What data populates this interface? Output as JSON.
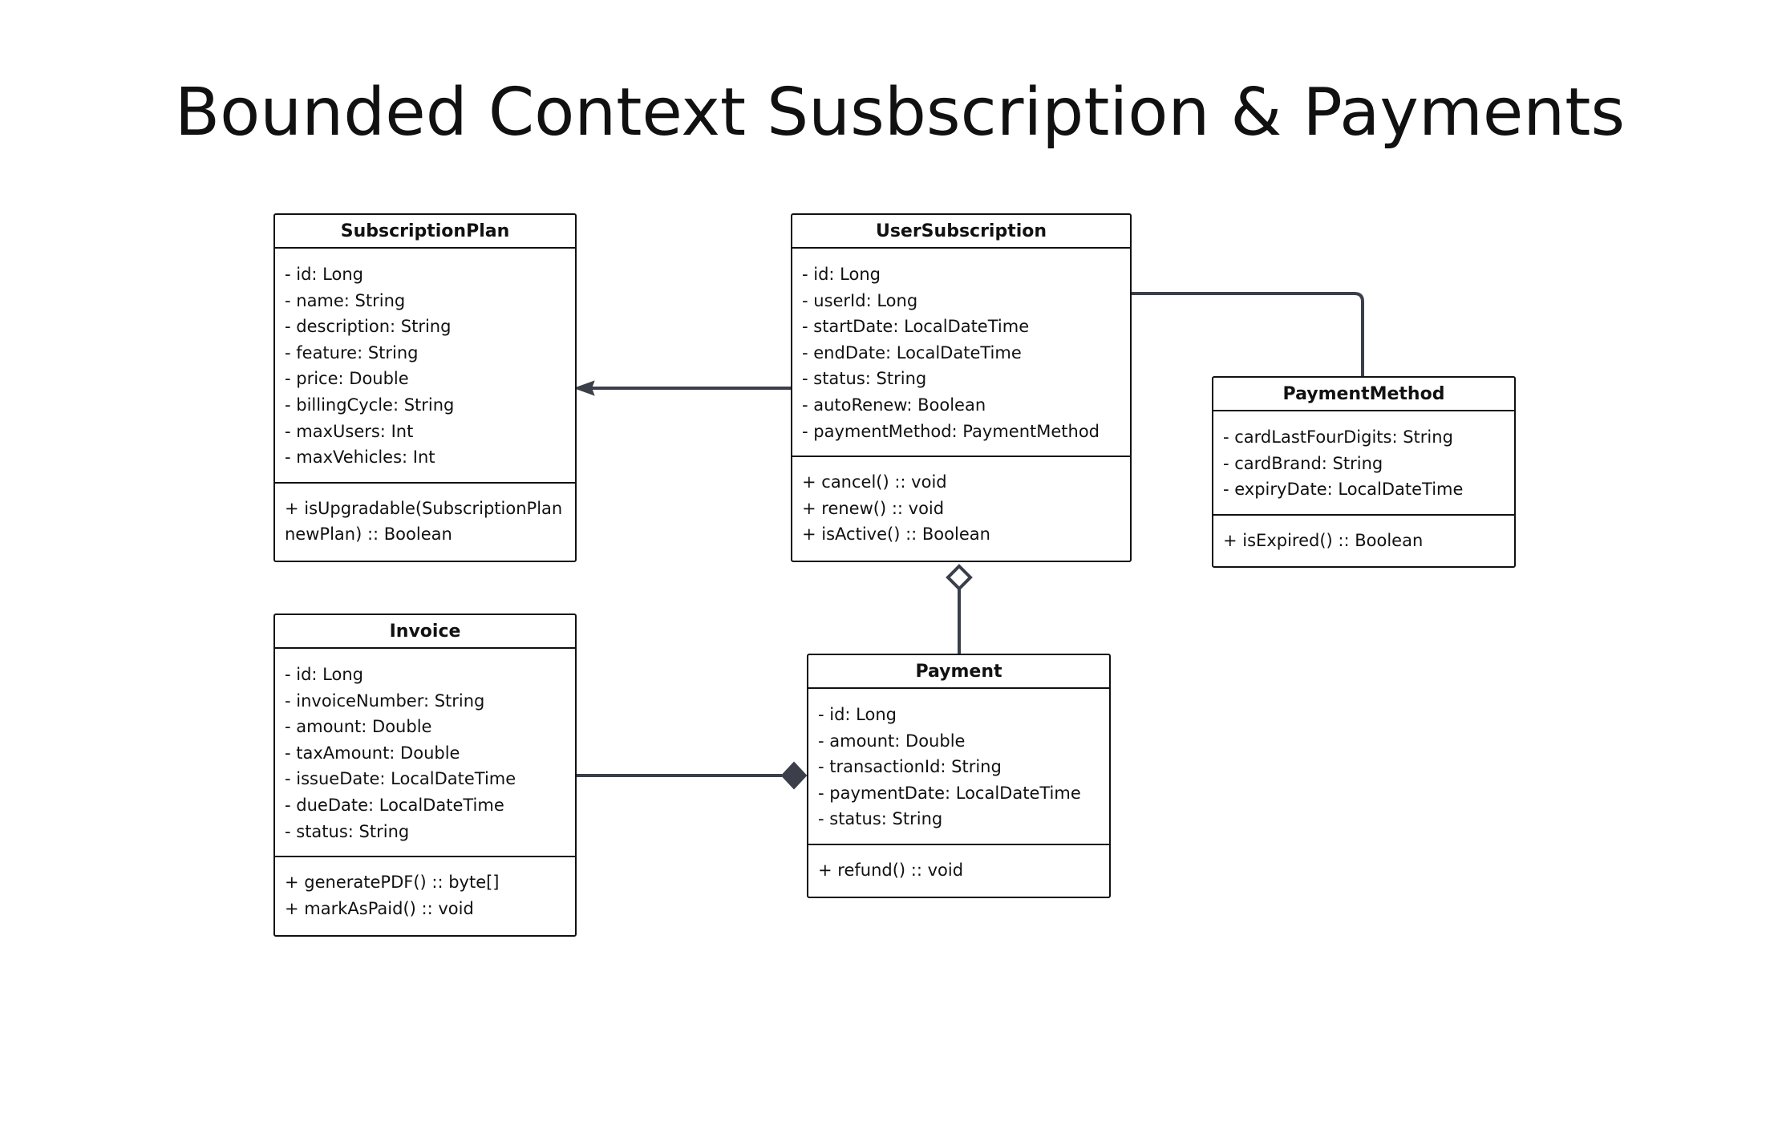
{
  "diagram": {
    "title": "Bounded Context Susbscription & Payments",
    "line_color": "#3a3f4a",
    "border_color": "#111111"
  },
  "classes": {
    "subscription_plan": {
      "name": "SubscriptionPlan",
      "attributes": [
        "- id: Long",
        "- name: String",
        "- description: String",
        "- feature: String",
        "- price: Double",
        "- billingCycle: String",
        "- maxUsers: Int",
        "- maxVehicles: Int"
      ],
      "methods": [
        "+ isUpgradable(SubscriptionPlan newPlan) :: Boolean"
      ]
    },
    "user_subscription": {
      "name": "UserSubscription",
      "attributes": [
        "- id: Long",
        "- userId: Long",
        "- startDate: LocalDateTime",
        "- endDate: LocalDateTime",
        "- status: String",
        "- autoRenew: Boolean",
        "- paymentMethod: PaymentMethod"
      ],
      "methods": [
        "+ cancel() :: void",
        "+ renew() :: void",
        "+ isActive() :: Boolean"
      ]
    },
    "payment_method": {
      "name": "PaymentMethod",
      "attributes": [
        "- cardLastFourDigits: String",
        "- cardBrand: String",
        "- expiryDate: LocalDateTime"
      ],
      "methods": [
        "+ isExpired() :: Boolean"
      ]
    },
    "invoice": {
      "name": "Invoice",
      "attributes": [
        "- id: Long",
        "- invoiceNumber: String",
        "- amount: Double",
        "- taxAmount: Double",
        "- issueDate: LocalDateTime",
        "- dueDate: LocalDateTime",
        "- status: String"
      ],
      "methods": [
        "+ generatePDF() :: byte[]",
        "+ markAsPaid() :: void"
      ]
    },
    "payment": {
      "name": "Payment",
      "attributes": [
        "- id: Long",
        "- amount: Double",
        "- transactionId: String",
        "- paymentDate: LocalDateTime",
        "- status: String"
      ],
      "methods": [
        "+ refund() :: void"
      ]
    }
  }
}
